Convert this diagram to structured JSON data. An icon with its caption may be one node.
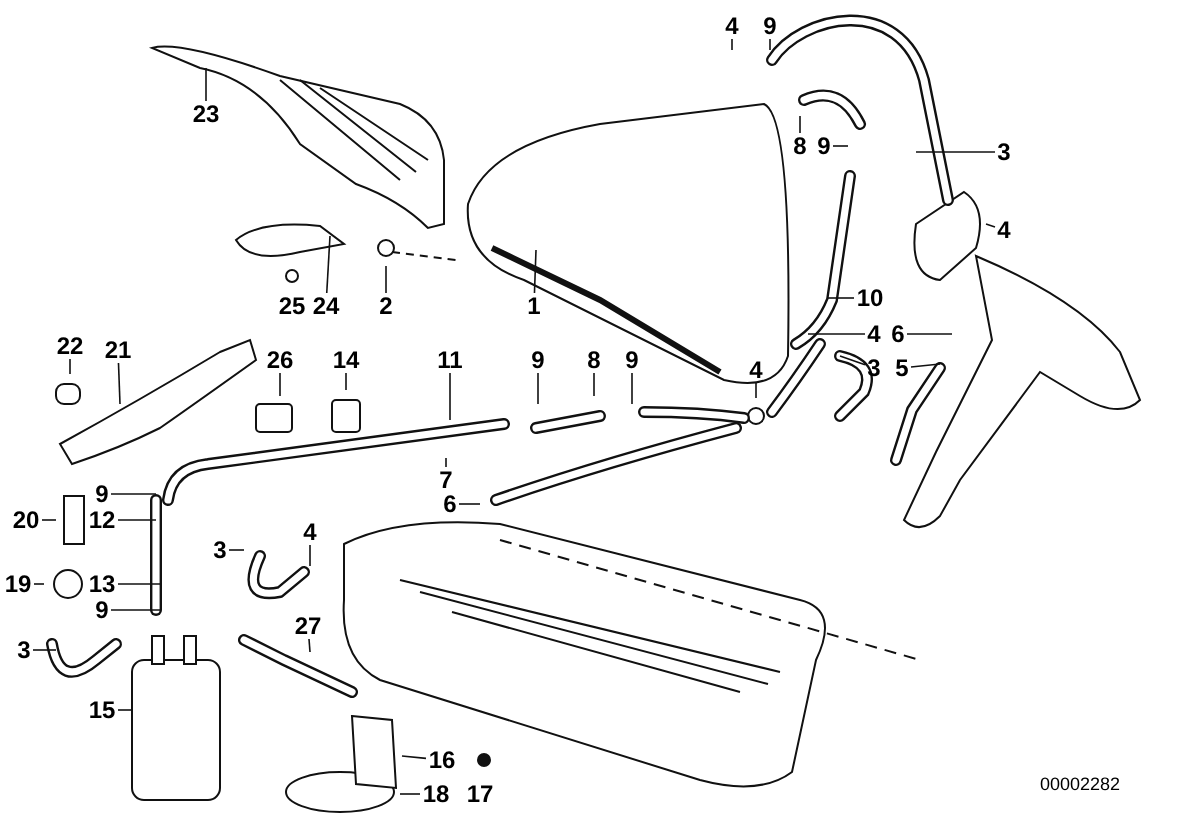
{
  "diagram": {
    "nodes": [
      {
        "text": [
          "23"
        ]
      },
      {
        "text": [
          "25"
        ]
      },
      {
        "text": [
          "24"
        ]
      },
      {
        "text": [
          "2"
        ]
      },
      {
        "text": [
          "1"
        ]
      },
      {
        "text": [
          "22"
        ]
      },
      {
        "text": [
          "21"
        ]
      },
      {
        "text": [
          "26"
        ]
      },
      {
        "text": [
          "14"
        ]
      },
      {
        "text": [
          "11"
        ]
      },
      {
        "text": [
          "9"
        ]
      },
      {
        "text": [
          "8"
        ]
      },
      {
        "text": [
          "9"
        ]
      },
      {
        "text": [
          "4"
        ]
      },
      {
        "text": [
          "9"
        ]
      },
      {
        "text": [
          "8"
        ]
      },
      {
        "text": [
          "9"
        ]
      },
      {
        "text": [
          "3"
        ]
      },
      {
        "text": [
          "4"
        ]
      },
      {
        "text": [
          "10"
        ]
      },
      {
        "text": [
          "4"
        ]
      },
      {
        "text": [
          "6"
        ]
      },
      {
        "text": [
          "3"
        ]
      },
      {
        "text": [
          "5"
        ]
      },
      {
        "text": [
          "4"
        ]
      },
      {
        "text": [
          "7"
        ]
      },
      {
        "text": [
          "6"
        ]
      },
      {
        "text": [
          "9"
        ]
      },
      {
        "text": [
          "12"
        ]
      },
      {
        "text": [
          "20"
        ]
      },
      {
        "text": [
          "4"
        ]
      },
      {
        "text": [
          "3"
        ]
      },
      {
        "text": [
          "19"
        ]
      },
      {
        "text": [
          "13"
        ]
      },
      {
        "text": [
          "9"
        ]
      },
      {
        "text": [
          "3"
        ]
      },
      {
        "text": [
          "27"
        ]
      },
      {
        "text": [
          "15"
        ]
      },
      {
        "text": [
          "16"
        ]
      },
      {
        "text": [
          "17"
        ]
      },
      {
        "text": [
          "18"
        ]
      }
    ],
    "edges": [
      {
        "from": 0,
        "to": null,
        "arrow": "none"
      },
      {
        "from": 2,
        "to": null,
        "arrow": "none"
      },
      {
        "from": 3,
        "to": null,
        "arrow": "none"
      },
      {
        "from": 4,
        "to": null,
        "arrow": "none"
      },
      {
        "from": 5,
        "to": null,
        "arrow": "none"
      },
      {
        "from": 6,
        "to": null,
        "arrow": "none"
      },
      {
        "from": 7,
        "to": null,
        "arrow": "none"
      },
      {
        "from": 8,
        "to": null,
        "arrow": "none"
      },
      {
        "from": 9,
        "to": null,
        "arrow": "none"
      },
      {
        "from": 10,
        "to": null,
        "arrow": "none"
      },
      {
        "from": 11,
        "to": null,
        "arrow": "none"
      },
      {
        "from": 12,
        "to": null,
        "arrow": "none"
      },
      {
        "from": 13,
        "to": null,
        "arrow": "none"
      },
      {
        "from": 14,
        "to": null,
        "arrow": "none"
      },
      {
        "from": 15,
        "to": null,
        "arrow": "none"
      },
      {
        "from": 16,
        "to": null,
        "arrow": "none"
      },
      {
        "from": 17,
        "to": null,
        "arrow": "none"
      },
      {
        "from": 18,
        "to": null,
        "arrow": "none"
      },
      {
        "from": 19,
        "to": null,
        "arrow": "none"
      },
      {
        "from": 20,
        "to": null,
        "arrow": "none"
      },
      {
        "from": 21,
        "to": null,
        "arrow": "none"
      },
      {
        "from": 22,
        "to": null,
        "arrow": "none"
      },
      {
        "from": 23,
        "to": null,
        "arrow": "none"
      },
      {
        "from": 24,
        "to": null,
        "arrow": "none"
      },
      {
        "from": 25,
        "to": null,
        "arrow": "none"
      },
      {
        "from": 26,
        "to": null,
        "arrow": "none"
      },
      {
        "from": 27,
        "to": null,
        "arrow": "none"
      },
      {
        "from": 28,
        "to": null,
        "arrow": "none"
      },
      {
        "from": 29,
        "to": null,
        "arrow": "none"
      },
      {
        "from": 30,
        "to": null,
        "arrow": "none"
      },
      {
        "from": 31,
        "to": null,
        "arrow": "none"
      },
      {
        "from": 32,
        "to": null,
        "arrow": "none"
      },
      {
        "from": 33,
        "to": null,
        "arrow": "none"
      },
      {
        "from": 34,
        "to": null,
        "arrow": "none"
      },
      {
        "from": 35,
        "to": null,
        "arrow": "none"
      },
      {
        "from": 36,
        "to": null,
        "arrow": "none"
      },
      {
        "from": 37,
        "to": null,
        "arrow": "none"
      },
      {
        "from": 38,
        "to": null,
        "arrow": "none"
      },
      {
        "from": 40,
        "to": null,
        "arrow": "none"
      }
    ],
    "labels": [
      "00002282"
    ]
  }
}
